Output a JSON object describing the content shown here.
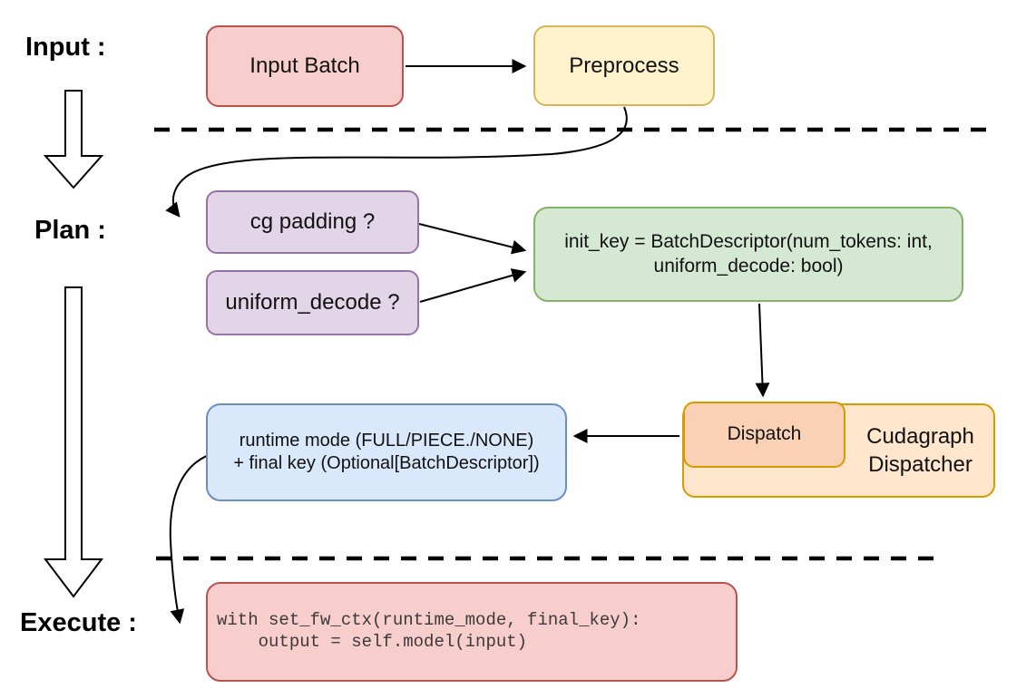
{
  "stage_labels": {
    "input": "Input :",
    "plan": "Plan :",
    "execute": "Execute :"
  },
  "nodes": {
    "input_batch": {
      "label": "Input Batch",
      "fill": "#F8CECC",
      "stroke": "#B85450"
    },
    "preprocess": {
      "label": "Preprocess",
      "fill": "#FFF2CC",
      "stroke": "#D6B656"
    },
    "cg_padding": {
      "label": "cg padding ?",
      "fill": "#E1D5E7",
      "stroke": "#9673A6"
    },
    "uniform_decode": {
      "label": "uniform_decode ?",
      "fill": "#E1D5E7",
      "stroke": "#9673A6"
    },
    "init_key": {
      "line1": "init_key = BatchDescriptor(num_tokens: int,",
      "line2": "uniform_decode: bool)",
      "fill": "#D5E8D4",
      "stroke": "#82B366"
    },
    "runtime_mode": {
      "line1": "runtime mode (FULL/PIECE./NONE)",
      "line2": "+ final key (Optional[BatchDescriptor])",
      "fill": "#DAE8FC",
      "stroke": "#6C8EBF"
    },
    "dispatch": {
      "label": "Dispatch",
      "fill": "#FAD1B5",
      "stroke": "#D79B00"
    },
    "cudagraph_dispatcher": {
      "line1": "Cudagraph",
      "line2": "Dispatcher",
      "fill": "#FFE6CC",
      "stroke": "#D79B00"
    },
    "execute_code": {
      "line1": "with set_fw_ctx(runtime_mode, final_key):",
      "line2": "    output = self.model(input)",
      "fill": "#F8CECC",
      "stroke": "#B85450"
    }
  },
  "connector_color": "#000000"
}
